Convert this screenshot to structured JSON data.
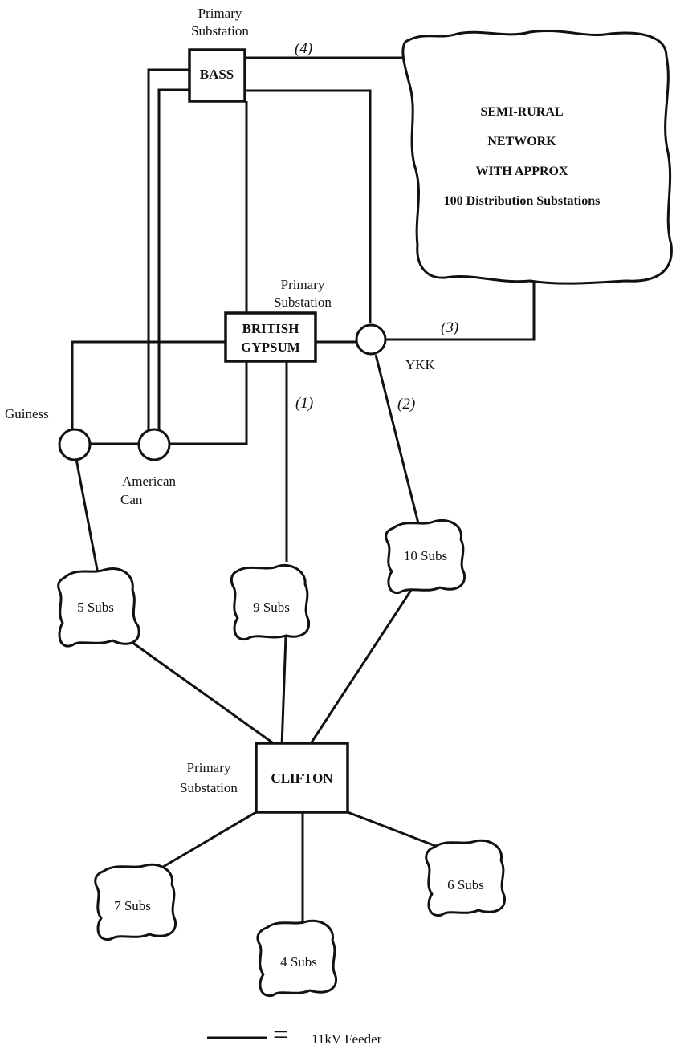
{
  "substations": {
    "bass": {
      "name": "BASS",
      "caption": [
        "Primary",
        "Substation"
      ]
    },
    "british_gypsum": {
      "name": [
        "BRITISH",
        "GYPSUM"
      ],
      "caption": [
        "Primary",
        "Substation"
      ]
    },
    "clifton": {
      "name": "CLIFTON",
      "caption": [
        "Primary",
        "Substation"
      ]
    }
  },
  "nodes": {
    "guiness": "Guiness",
    "american_can": [
      "American",
      "Can"
    ],
    "ykk": "YKK"
  },
  "feeders": {
    "f1": "(1)",
    "f2": "(2)",
    "f3": "(3)",
    "f4": "(4)"
  },
  "subs_groups": {
    "g5": "5 Subs",
    "g9": "9 Subs",
    "g10": "10 Subs",
    "g7": "7 Subs",
    "g4": "4 Subs",
    "g6": "6 Subs"
  },
  "semi_rural": {
    "lines": [
      "SEMI-RURAL",
      "NETWORK",
      "WITH APPROX",
      "100 Distribution Substations"
    ]
  },
  "legend": {
    "symbol": "=",
    "label": "11kV Feeder"
  }
}
